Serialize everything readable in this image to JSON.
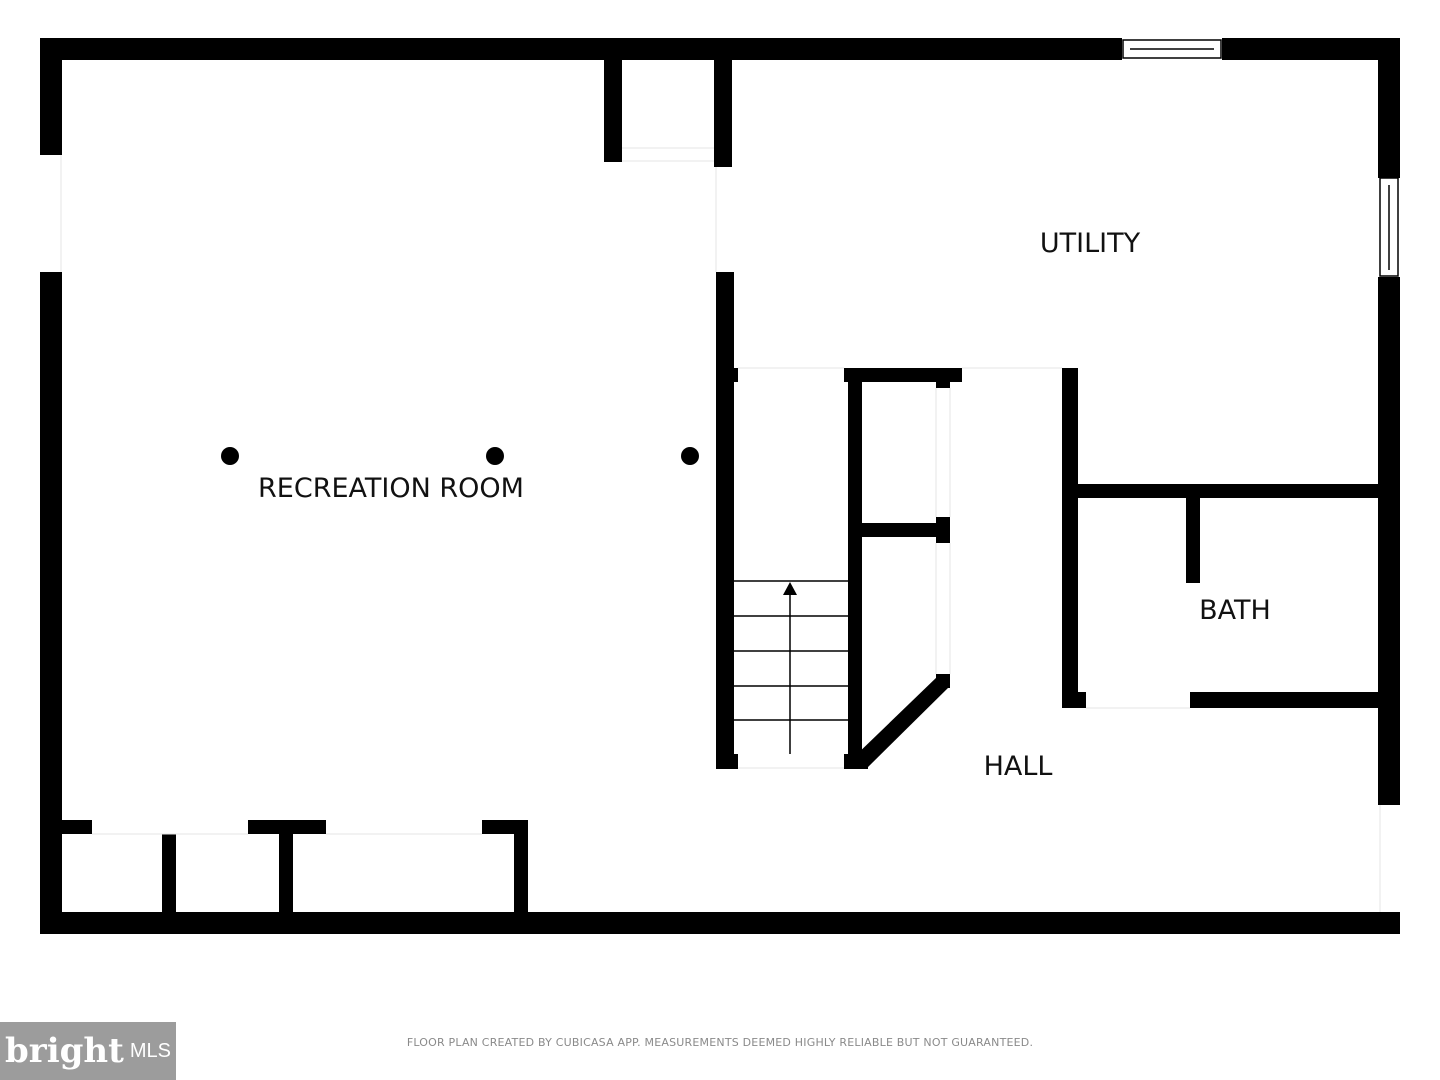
{
  "rooms": {
    "recreation": "RECREATION ROOM",
    "utility": "UTILITY",
    "bath": "BATH",
    "hall": "HALL"
  },
  "footer": {
    "disclaimer": "FLOOR PLAN CREATED BY CUBICASA APP. MEASUREMENTS DEEMED HIGHLY RELIABLE BUT NOT GUARANTEED."
  },
  "logo": {
    "brand": "bright",
    "suffix": "MLS"
  },
  "colors": {
    "wall": "#000000",
    "background": "#ffffff",
    "logo_bg": "#9c9c9c"
  }
}
